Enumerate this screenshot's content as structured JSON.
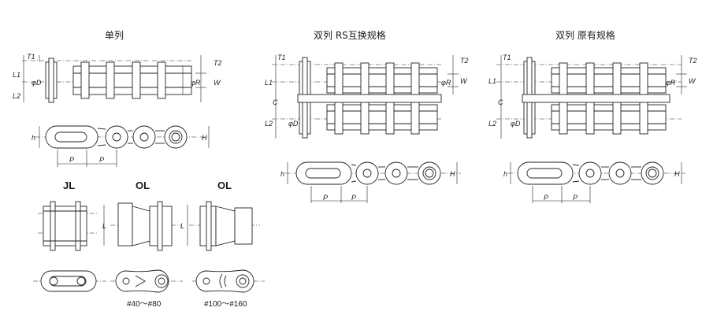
{
  "titles": {
    "single": "单列",
    "double_rs": "双列 RS互换规格",
    "double_original": "双列 原有规格"
  },
  "link_types": {
    "jl": "JL",
    "ol_1": "OL",
    "ol_2": "OL"
  },
  "captions": {
    "ol_small": "#40～#80",
    "ol_large": "#100～#160"
  },
  "dimension_labels": {
    "T1": "T1",
    "T2": "T2",
    "L1": "L1",
    "L2": "L2",
    "D": "φD",
    "R": "φR",
    "W": "W",
    "C": "C",
    "h": "h",
    "H": "H",
    "P": "P",
    "L": "L"
  }
}
